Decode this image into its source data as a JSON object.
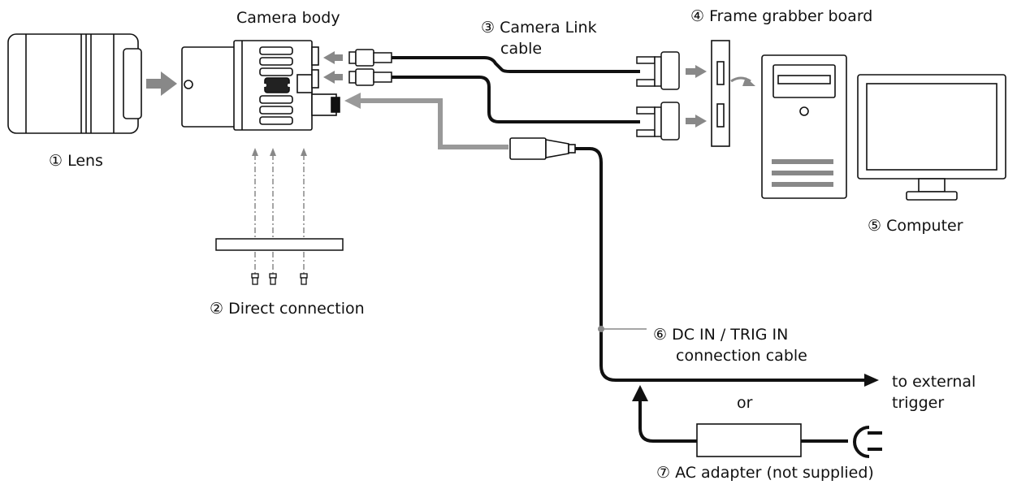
{
  "labels": {
    "camera_body": "Camera body",
    "camera_link_line1": "③ Camera Link",
    "camera_link_line2": "cable",
    "frame_grabber": "④ Frame grabber board",
    "lens": "① Lens",
    "computer": "⑤ Computer",
    "direct_connection": "② Direct connection",
    "dc_in_line1": "⑥ DC IN / TRIG IN",
    "dc_in_line2": "connection cable",
    "external_line1": "to external",
    "external_line2": "trigger",
    "or": "or",
    "ac_adapter": "⑦ AC adapter (not supplied)"
  },
  "icons": [
    "lens-icon",
    "camera-body-icon",
    "camera-link-connector-icon",
    "frame-grabber-board-icon",
    "computer-tower-icon",
    "monitor-icon",
    "mount-plate-icon",
    "screw-icon",
    "dc-in-connector-icon",
    "ac-adapter-icon",
    "power-plug-icon",
    "arrow-icon"
  ]
}
